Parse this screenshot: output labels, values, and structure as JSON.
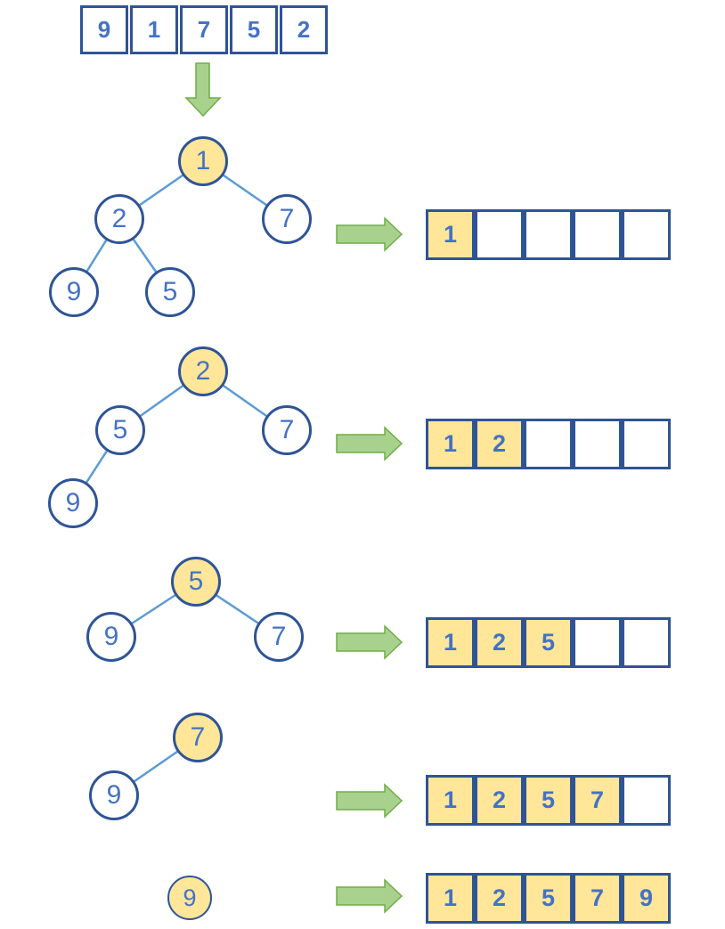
{
  "colors": {
    "box_border": "#2F5496",
    "value_text": "#4472C4",
    "highlight_fill": "#FFE699",
    "tree_edge": "#5B9BD5",
    "arrow_fill": "#A9D18E",
    "arrow_stroke": "#70AD47",
    "background": "#FFFFFF"
  },
  "icons": {
    "down_arrow": "down-arrow-icon",
    "right_arrow": "right-arrow-icon"
  },
  "input_array": {
    "cells": [
      "9",
      "1",
      "7",
      "5",
      "2"
    ]
  },
  "steps": [
    {
      "tree_nodes": [
        {
          "value": "1",
          "highlighted": true
        },
        {
          "value": "2",
          "highlighted": false
        },
        {
          "value": "7",
          "highlighted": false
        },
        {
          "value": "9",
          "highlighted": false
        },
        {
          "value": "5",
          "highlighted": false
        }
      ],
      "output_cells": [
        "1",
        "",
        "",
        "",
        ""
      ]
    },
    {
      "tree_nodes": [
        {
          "value": "2",
          "highlighted": true
        },
        {
          "value": "5",
          "highlighted": false
        },
        {
          "value": "7",
          "highlighted": false
        },
        {
          "value": "9",
          "highlighted": false
        }
      ],
      "output_cells": [
        "1",
        "2",
        "",
        "",
        ""
      ]
    },
    {
      "tree_nodes": [
        {
          "value": "5",
          "highlighted": true
        },
        {
          "value": "9",
          "highlighted": false
        },
        {
          "value": "7",
          "highlighted": false
        }
      ],
      "output_cells": [
        "1",
        "2",
        "5",
        "",
        ""
      ]
    },
    {
      "tree_nodes": [
        {
          "value": "7",
          "highlighted": true
        },
        {
          "value": "9",
          "highlighted": false
        }
      ],
      "output_cells": [
        "1",
        "2",
        "5",
        "7",
        ""
      ]
    },
    {
      "tree_nodes": [
        {
          "value": "9",
          "highlighted": true
        }
      ],
      "output_cells": [
        "1",
        "2",
        "5",
        "7",
        "9"
      ]
    }
  ]
}
